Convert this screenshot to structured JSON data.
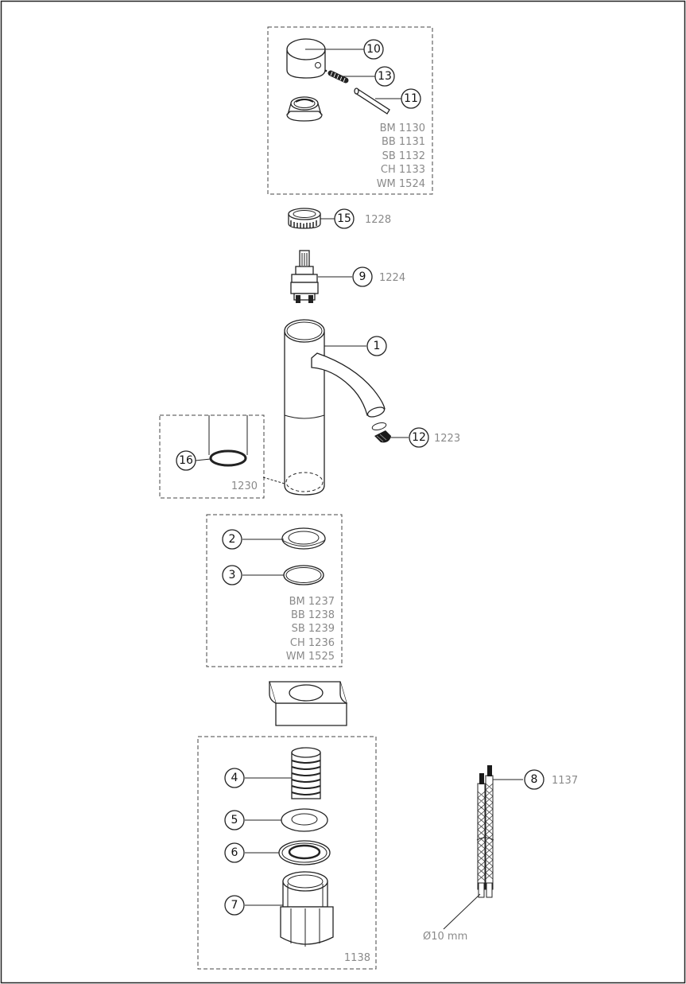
{
  "callouts": {
    "c1": "1",
    "c2": "2",
    "c3": "3",
    "c4": "4",
    "c5": "5",
    "c6": "6",
    "c7": "7",
    "c8": "8",
    "c9": "9",
    "c10": "10",
    "c11": "11",
    "c12": "12",
    "c13": "13",
    "c15": "15",
    "c16": "16"
  },
  "codes": {
    "handle": [
      "BM 1130",
      "BB 1131",
      "SB 1132",
      "CH 1133",
      "WM 1524"
    ],
    "nut15": "1228",
    "cartridge9": "1224",
    "aerator12": "1223",
    "oring16": "1230",
    "base": [
      "BM 1237",
      "BB 1238",
      "SB 1239",
      "CH 1236",
      "WM 1525"
    ],
    "hose8": "1137",
    "fixing": "1138"
  },
  "hose_diameter": "Ø10 mm"
}
